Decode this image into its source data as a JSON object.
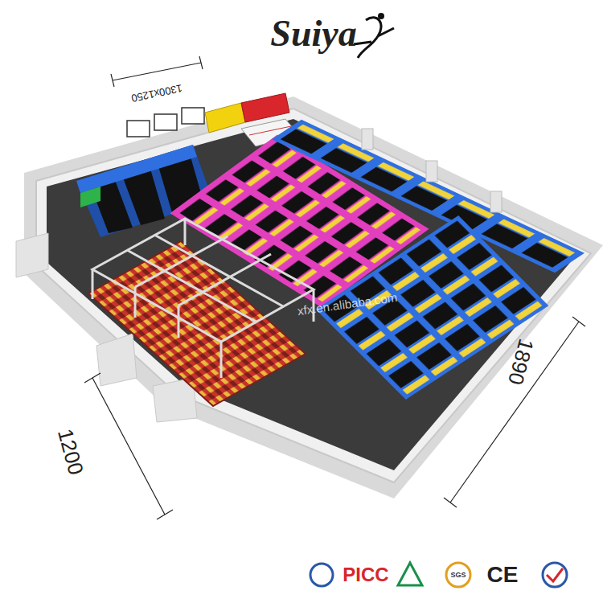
{
  "diagram": {
    "labels": [
      "Suiya",
      "1300x1250",
      "1890",
      "1200",
      "xfx.en.alibaba.com",
      "PICC",
      "SGS",
      "CE"
    ]
  }
}
